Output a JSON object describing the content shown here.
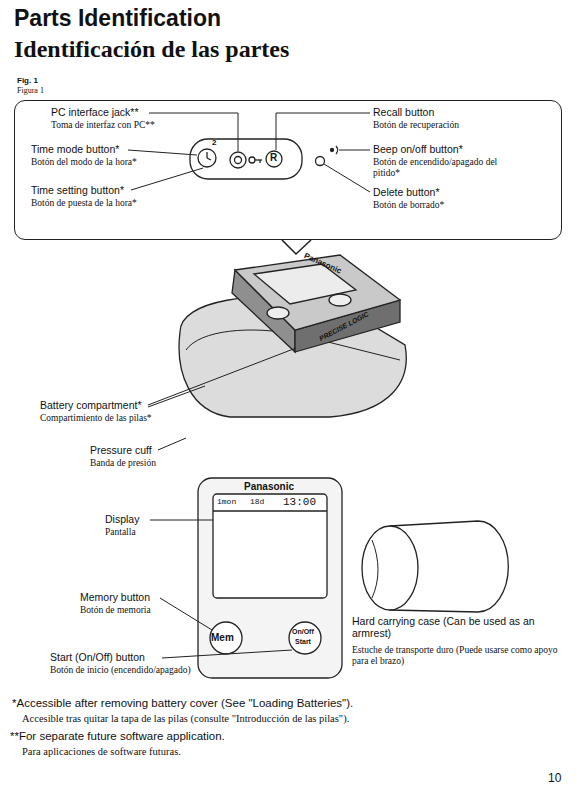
{
  "diagram": {
    "title": "Parts Identification",
    "nodes": [
      {
        "text": [
          "PC interface jack**",
          "Toma de interfaz con PC**",
          "Time mode button*",
          "Botón del modo de la hora*",
          "Time setting button*",
          "Botón de puesta de la hora*",
          "Recall button",
          "Botón de recuperación",
          "Beep on/off button*",
          "Botón de encendido/apagado del pitido*",
          "Delete button*",
          "Botón de borrado*"
        ]
      }
    ],
    "labels": [
      "Identificación de las partes",
      "Fig. 1",
      "Figura 1",
      "2",
      "R",
      "Panasonic",
      "PRECISE LOGIC",
      "Battery compartment*",
      "Compartimiento de las pilas*",
      "Pressure cuff",
      "Banda de presión",
      "Panasonic",
      "1mon",
      "18d",
      "13:00",
      "Display",
      "Pantalla",
      "Memory button",
      "Botón de memoria",
      "Mem",
      "On/Off",
      "Start",
      "Start (On/Off) button",
      "Botón de inicio (encendido/apagado)",
      "Hard carrying case (Can be used as an armrest)",
      "Estuche de transporte duro (Puede usarse como apoyo para el brazo)",
      "*Accessible after removing battery cover (See \"Loading Batteries\").",
      "Accesible tras quitar la tapa de las pilas (consulte \"Introducción de las pilas\").",
      "**For separate future software application.",
      "Para aplicaciones de software futuras.",
      "10"
    ]
  }
}
